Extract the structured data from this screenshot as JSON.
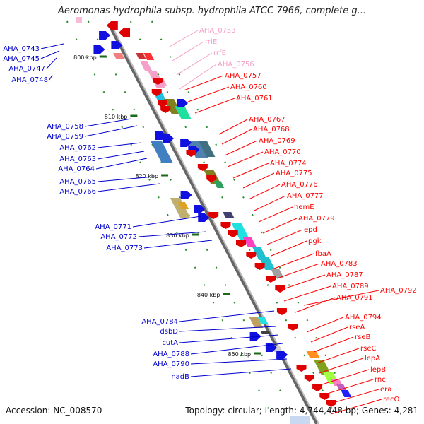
{
  "title": "Aeromonas hydrophila subsp. hydrophila ATCC 7966, complete g...",
  "footer": {
    "accession": "Accession: NC_008570",
    "topology": "Topology: circular; Length: 4,744,448 bp; Genes: 4,281"
  },
  "colors": {
    "pink": "#f4a0c8",
    "red": "#ff0000",
    "blue": "#0000cc",
    "backbone": "#888888",
    "tick_green": "#2a8a2a"
  },
  "kbp_labels": [
    "800 kbp",
    "810 kbp",
    "820 kbp",
    "830 kbp",
    "840 kbp",
    "850 kbp"
  ],
  "left_genes": [
    "AHA_0743",
    "AHA_0745",
    "AHA_0747",
    "AHA_0748",
    "AHA_0758",
    "AHA_0759",
    "AHA_0762",
    "AHA_0763",
    "AHA_0764",
    "AHA_0765",
    "AHA_0766",
    "AHA_0771",
    "AHA_0772",
    "AHA_0773",
    "AHA_0784",
    "dsbD",
    "cutA",
    "AHA_0788",
    "AHA_0790",
    "nadB"
  ],
  "right_pink_genes": [
    "AHA_0753",
    "rrlE",
    "rrfE",
    "AHA_0756"
  ],
  "right_red_genes": [
    "AHA_0757",
    "AHA_0760",
    "AHA_0761",
    "AHA_0767",
    "AHA_0768",
    "AHA_0769",
    "AHA_0770",
    "AHA_0774",
    "AHA_0775",
    "AHA_0776",
    "AHA_0777",
    "hemE",
    "AHA_0779",
    "epd",
    "pgk",
    "fbaA",
    "AHA_0783",
    "AHA_0787",
    "AHA_0789",
    "AHA_0791",
    "AHA_0792",
    "AHA_0794",
    "rseA",
    "rseB",
    "rseC",
    "lepA",
    "lepB",
    "rnc",
    "era",
    "recO"
  ]
}
